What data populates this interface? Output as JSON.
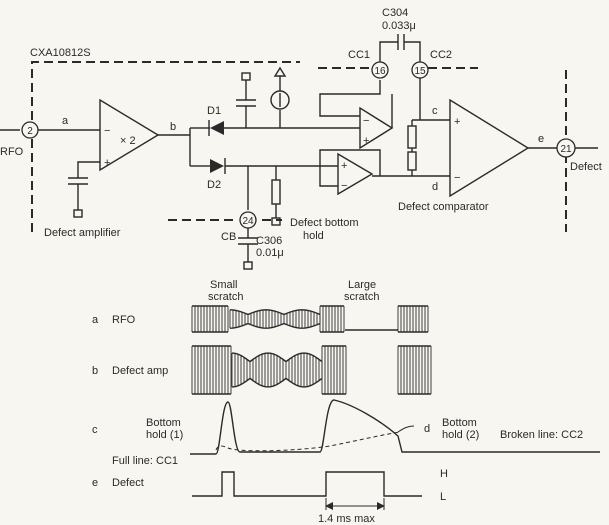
{
  "circuit": {
    "ic_name": "CXA10812S",
    "c304_name": "C304",
    "c304_value": "0.033μ",
    "c306_name": "C306",
    "c306_value": "0.01μ",
    "pins": {
      "rfo": "2",
      "cc1": "16",
      "cc2": "15",
      "cb": "24",
      "defect": "21"
    },
    "pin_labels": {
      "rfo": "RFO",
      "cc1": "CC1",
      "cc2": "CC2",
      "cb": "CB",
      "defect": "Defect"
    },
    "diodes": {
      "d1": "D1",
      "d2": "D2"
    },
    "gain": "× 2",
    "nodes": {
      "a": "a",
      "b": "b",
      "c": "c",
      "d": "d",
      "e": "e"
    },
    "blocks": {
      "defect_amplifier": "Defect amplifier",
      "defect_bottom_hold_1": "Defect bottom",
      "defect_bottom_hold_2": "hold",
      "defect_comparator": "Defect comparator"
    },
    "signs": {
      "minus": "−",
      "plus": "+"
    }
  },
  "waveforms": {
    "small_scratch_1": "Small",
    "small_scratch_2": "scratch",
    "large_scratch_1": "Large",
    "large_scratch_2": "scratch",
    "rows": {
      "a_letter": "a",
      "a_name": "RFO",
      "b_letter": "b",
      "b_name": "Defect amp",
      "c_letter": "c",
      "e_letter": "e",
      "e_name": "Defect"
    },
    "bottom_hold_1a": "Bottom",
    "bottom_hold_1b": "hold (1)",
    "full_line": "Full line: CC1",
    "d_marker": "d",
    "bottom_hold_2a": "Bottom",
    "bottom_hold_2b": "hold (2)",
    "broken_line": "Broken line: CC2",
    "level_h": "H",
    "level_l": "L",
    "duration": "1.4 ms max"
  }
}
